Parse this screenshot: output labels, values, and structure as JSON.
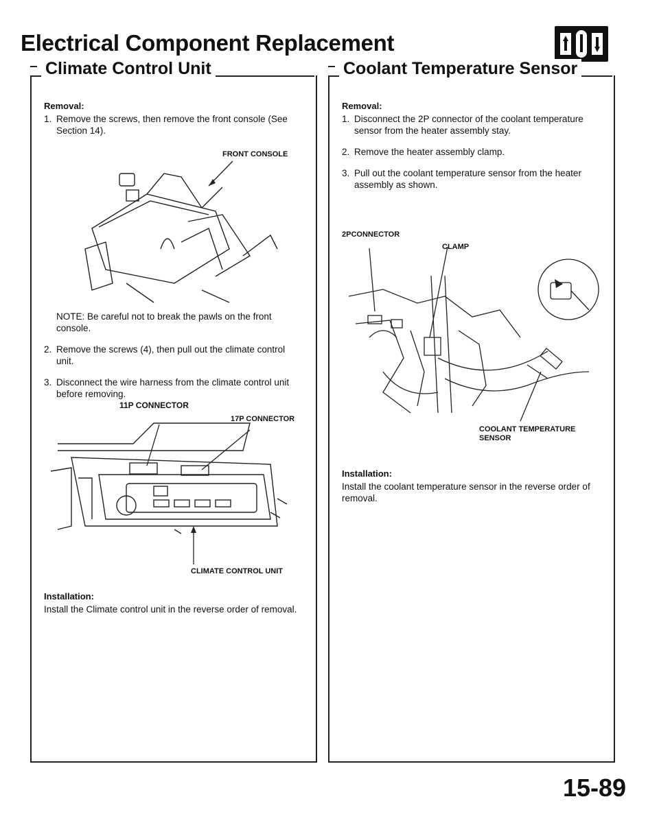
{
  "page_title": "Electrical Component Replacement",
  "page_number": "15-89",
  "climate": {
    "title": "Climate Control Unit",
    "removal_label": "Removal:",
    "step1_num": "1.",
    "step1_text": "Remove the screws, then remove the front console (See Section 14).",
    "fig1_label": "FRONT CONSOLE",
    "note": "NOTE: Be careful not to break the pawls on the front console.",
    "step2_num": "2.",
    "step2_text": "Remove the screws (4), then pull out the climate control unit.",
    "step3_num": "3.",
    "step3_text": "Disconnect the wire harness from the climate control unit before removing.",
    "fig2_label_a": "11P CONNECTOR",
    "fig2_label_b": "17P CONNECTOR",
    "fig2_label_c": "CLIMATE CONTROL UNIT",
    "installation_label": "Installation:",
    "installation_text": "Install the Climate control unit in the reverse order of removal."
  },
  "coolant": {
    "title": "Coolant Temperature Sensor",
    "removal_label": "Removal:",
    "step1_num": "1.",
    "step1_text": "Disconnect the 2P connector of the coolant temperature sensor from the heater assembly stay.",
    "step2_num": "2.",
    "step2_text": "Remove the heater assembly clamp.",
    "step3_num": "3.",
    "step3_text": "Pull out the coolant temperature sensor from the heater assembly as shown.",
    "fig_label_a": "2PCONNECTOR",
    "fig_label_b": "CLAMP",
    "fig_label_c": "COOLANT TEMPERATURE",
    "fig_label_d": "SENSOR",
    "installation_label": "Installation:",
    "installation_text": "Install the coolant temperature sensor in the reverse order of removal."
  }
}
